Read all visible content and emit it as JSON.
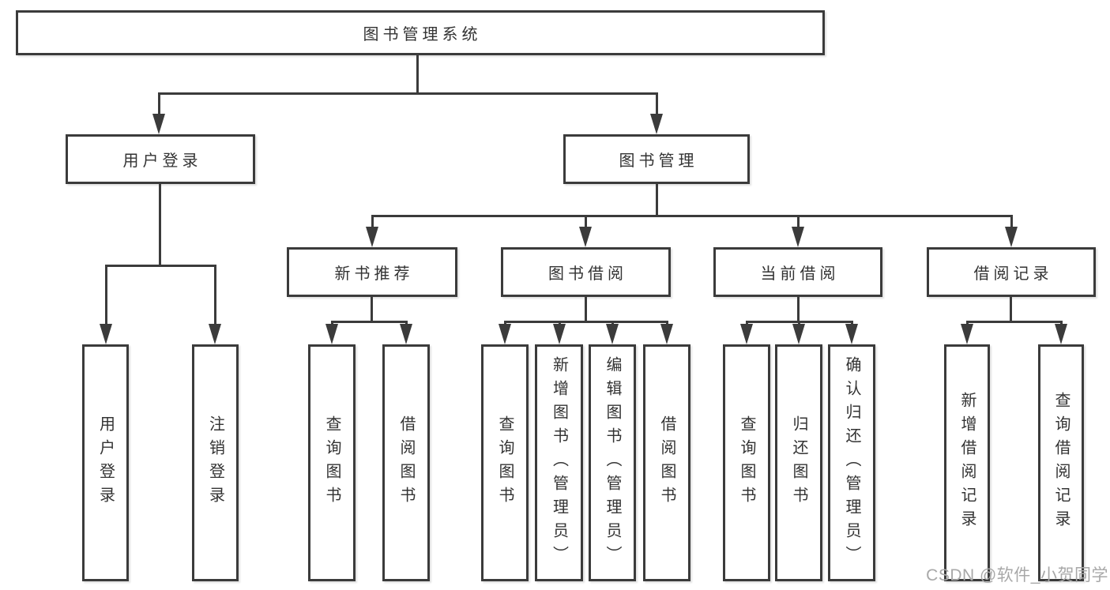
{
  "tree": {
    "root": {
      "label": "图书管理系统"
    },
    "user_login": {
      "label": "用户登录"
    },
    "book_mgmt": {
      "label": "图书管理"
    },
    "new_book": {
      "label": "新书推荐"
    },
    "book_borrow": {
      "label": "图书借阅"
    },
    "current_borrow": {
      "label": "当前借阅"
    },
    "borrow_record": {
      "label": "借阅记录"
    },
    "leaf_user_login": {
      "label": "用户登录"
    },
    "leaf_logout": {
      "label": "注销登录"
    },
    "leaf_nb_query": {
      "label": "查询图书"
    },
    "leaf_nb_borrow": {
      "label": "借阅图书"
    },
    "leaf_bb_query": {
      "label": "查询图书"
    },
    "leaf_bb_add": {
      "label": "新增图书（管理员）"
    },
    "leaf_bb_edit": {
      "label": "编辑图书（管理员）"
    },
    "leaf_bb_borrow": {
      "label": "借阅图书"
    },
    "leaf_cb_query": {
      "label": "查询图书"
    },
    "leaf_cb_return": {
      "label": "归还图书"
    },
    "leaf_cb_confirm": {
      "label": "确认归还（管理员）"
    },
    "leaf_br_add": {
      "label": "新增借阅记录"
    },
    "leaf_br_query": {
      "label": "查询借阅记录"
    }
  },
  "watermark": "CSDN @软件_小贺同学",
  "colors": {
    "stroke": "#3b3b3b",
    "text": "#333333",
    "watermark": "#a8a8a8",
    "background": "#ffffff"
  }
}
